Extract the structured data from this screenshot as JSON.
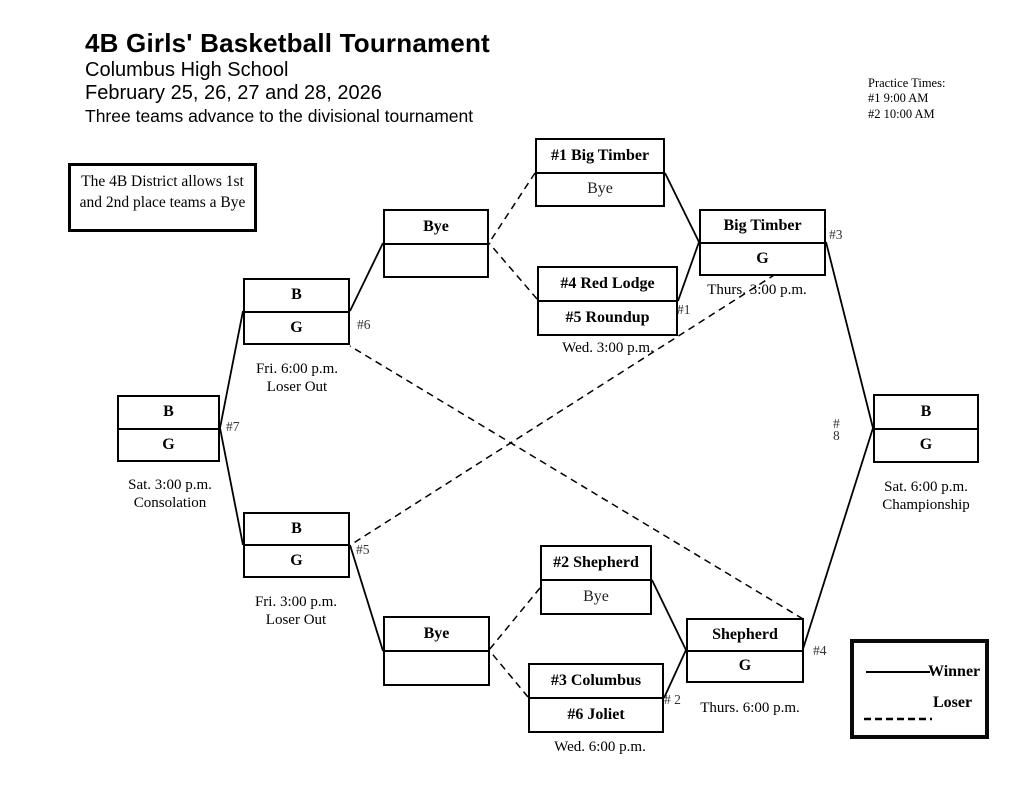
{
  "header": {
    "title": "4B Girls' Basketball Tournament",
    "school": "Columbus High School",
    "dates": "February 25, 26, 27 and 28, 2026",
    "subnote": "Three teams advance to the divisional tournament"
  },
  "practice": {
    "heading": "Practice Times:",
    "slot1": "#1 9:00 AM",
    "slot2": "#2 10:00 AM"
  },
  "bye_note": {
    "line1": "The 4B District allows 1st",
    "line2": "and 2nd place teams a Bye"
  },
  "bracket": {
    "seed_top": {
      "top": "#1 Big Timber",
      "bottom": "Bye"
    },
    "game1": {
      "top": "#4 Red Lodge",
      "bottom": "#5 Roundup",
      "num": "#1",
      "time": "Wed. 3:00 p.m."
    },
    "game3": {
      "top": "Big Timber",
      "bottom": "G",
      "num": "#3",
      "time": "Thurs. 3:00 p.m."
    },
    "seed_bottom": {
      "top": "#2 Shepherd",
      "bottom": "Bye"
    },
    "game2": {
      "top": "#3 Columbus",
      "bottom": "#6 Joliet",
      "num": "# 2",
      "time": "Wed. 6:00 p.m."
    },
    "game4": {
      "top": "Shepherd",
      "bottom": "G",
      "num": "#4",
      "time": "Thurs. 6:00 p.m."
    },
    "bye_top": {
      "top": "Bye"
    },
    "bye_bottom": {
      "top": "Bye"
    },
    "game6": {
      "top": "B",
      "bottom": "G",
      "num": "#6",
      "time": "Fri. 6:00 p.m.",
      "sub": "Loser Out"
    },
    "game5": {
      "top": "B",
      "bottom": "G",
      "num": "#5",
      "time": "Fri. 3:00 p.m.",
      "sub": "Loser Out"
    },
    "game7": {
      "top": "B",
      "bottom": "G",
      "num": "#7",
      "time": "Sat. 3:00 p.m.",
      "sub": "Consolation"
    },
    "game8": {
      "top": "B",
      "bottom": "G",
      "num_line1": "#",
      "num_line2": "8",
      "time": "Sat. 6:00 p.m.",
      "sub": "Championship"
    }
  },
  "legend": {
    "winner": "Winner",
    "loser": "Loser"
  },
  "colors": {
    "ink": "#000000",
    "background": "#ffffff"
  }
}
